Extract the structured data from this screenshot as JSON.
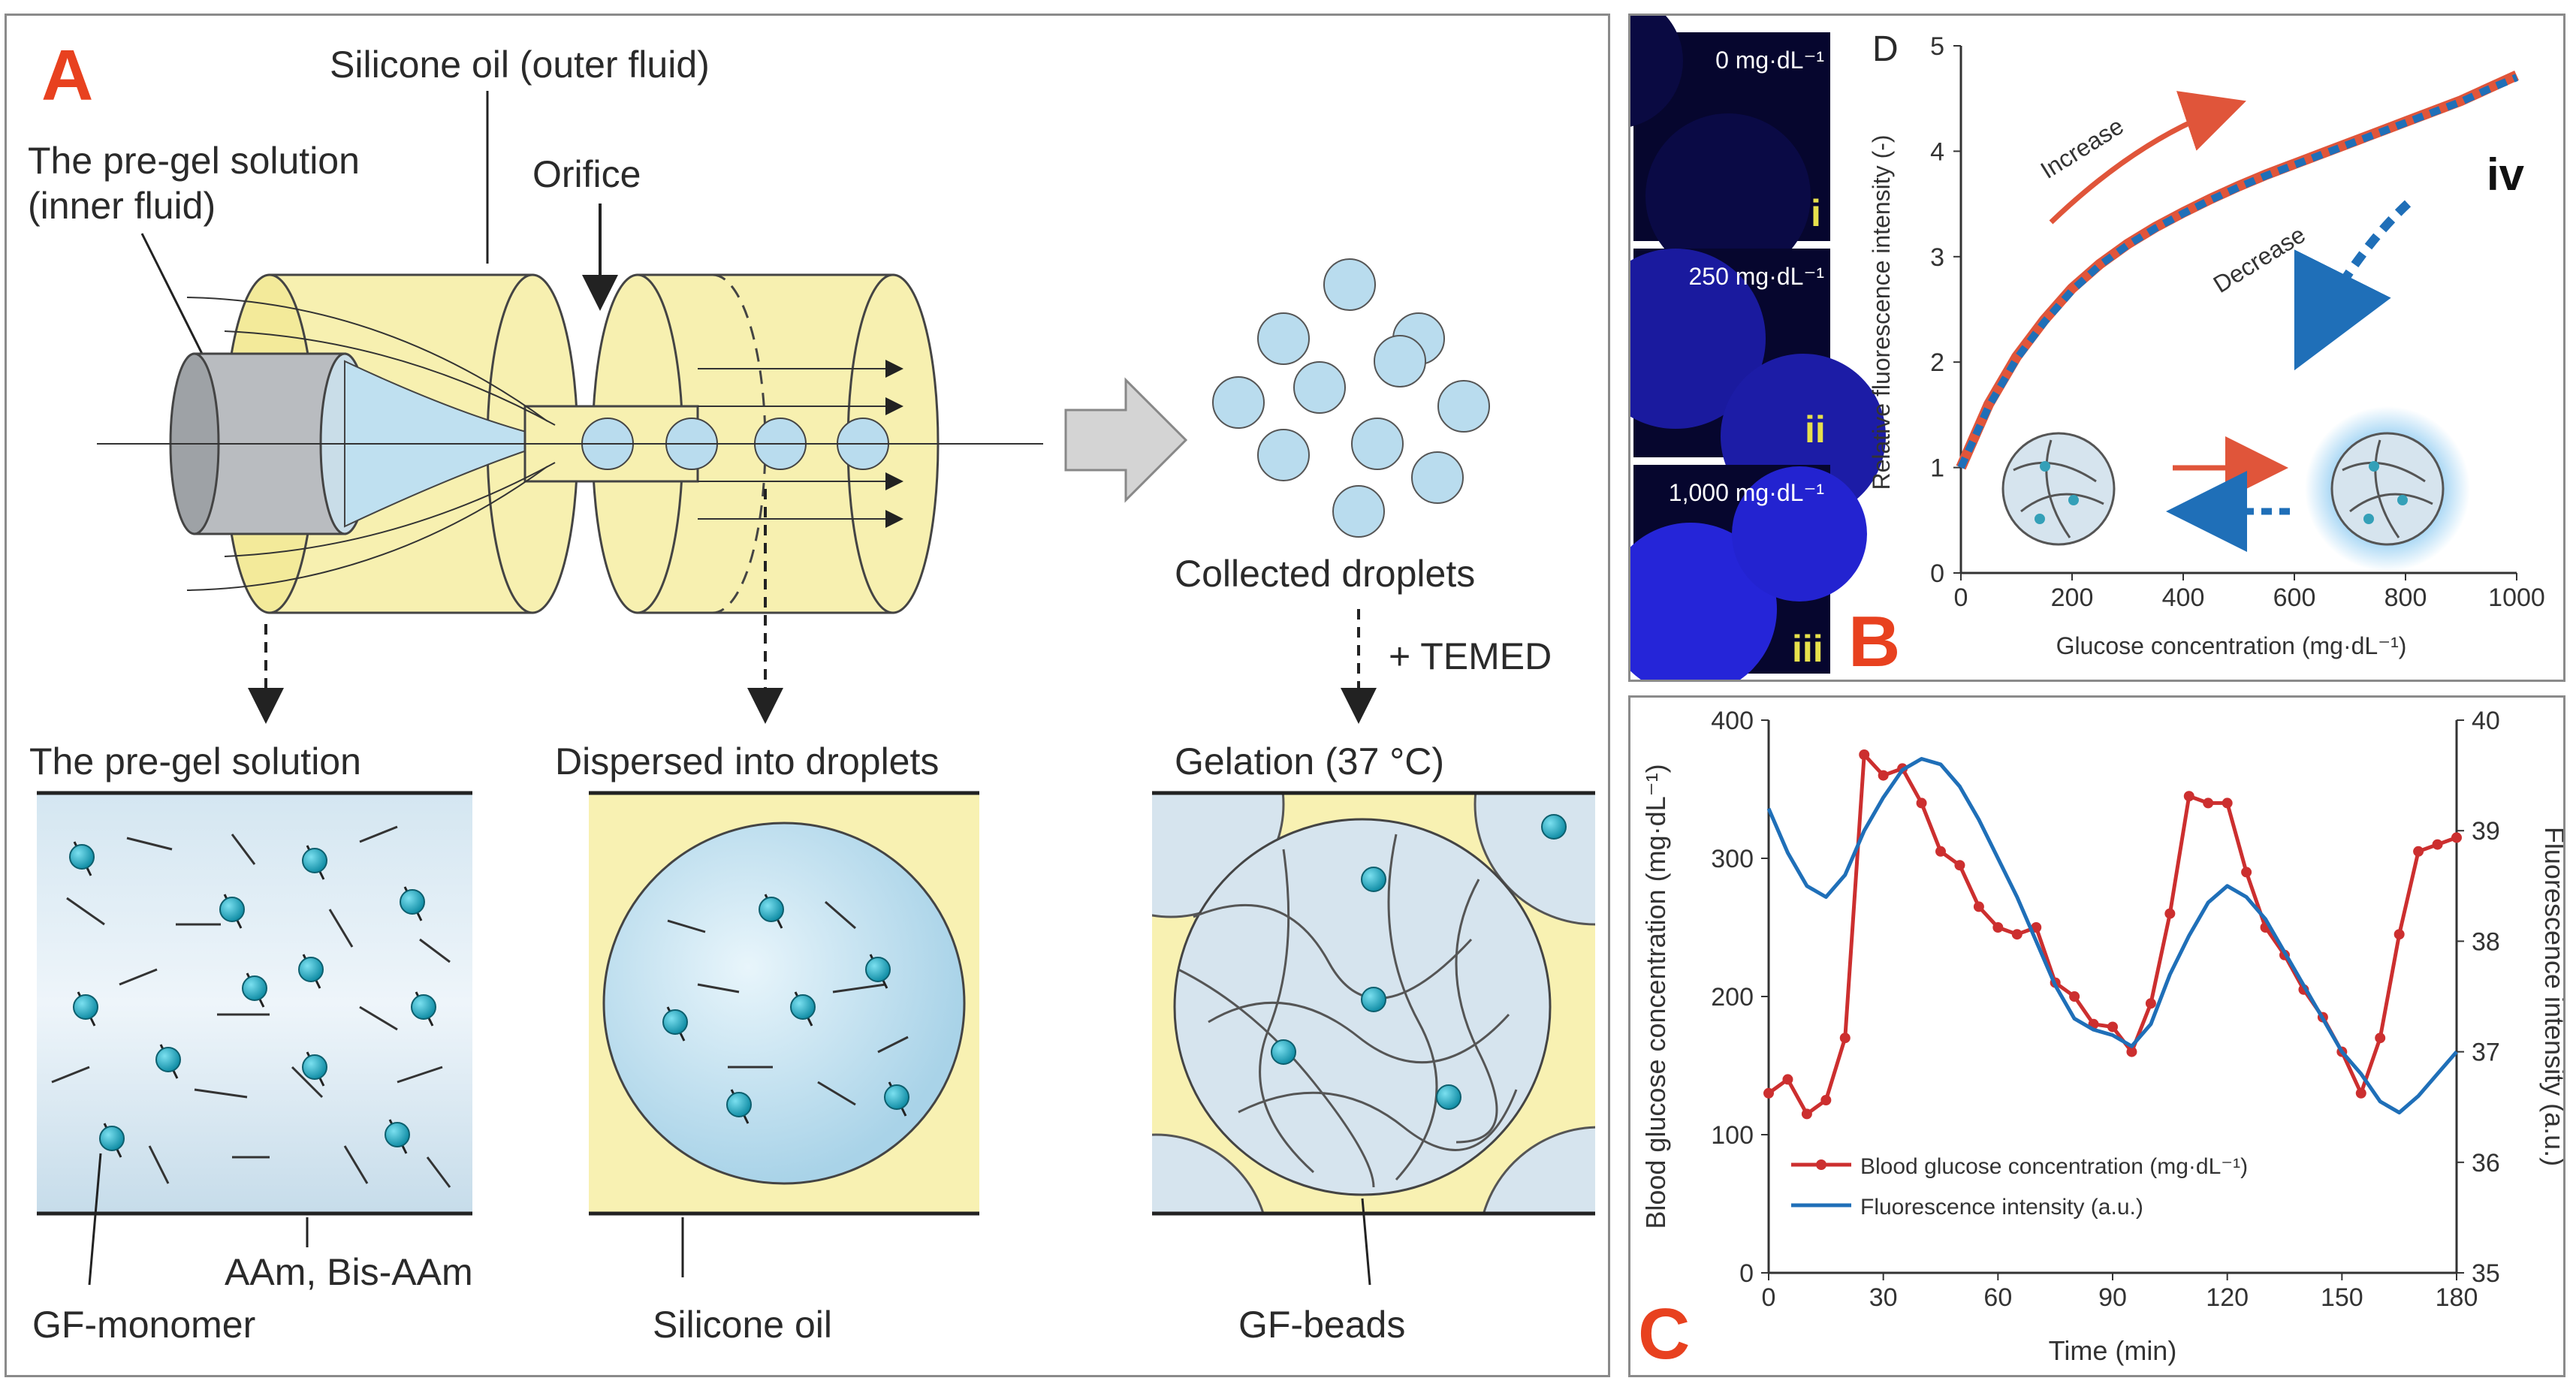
{
  "panels": {
    "A": {
      "letter": "A",
      "labels": {
        "silicone_oil_outer": "Silicone oil (outer fluid)",
        "pregel_inner_line1": "The pre-gel solution",
        "pregel_inner_line2": "(inner fluid)",
        "orifice": "Orifice",
        "collected_droplets": "Collected droplets",
        "temed": "+ TEMED"
      },
      "boxes": [
        {
          "title": "The pre-gel solution",
          "captions": [
            "GF-monomer",
            "AAm, Bis-AAm"
          ]
        },
        {
          "title": "Dispersed into droplets",
          "captions": [
            "Silicone oil"
          ]
        },
        {
          "title": "Gelation (37 °C)",
          "captions": [
            "GF-beads"
          ]
        }
      ]
    },
    "B": {
      "letter": "B",
      "images": [
        {
          "concentration": "0 mg·dL⁻¹",
          "numeral": "i"
        },
        {
          "concentration": "250 mg·dL⁻¹",
          "numeral": "ii"
        },
        {
          "concentration": "1,000 mg·dL⁻¹",
          "numeral": "iii"
        }
      ]
    },
    "C": {
      "letter": "C"
    }
  },
  "colors": {
    "red_series": "#cc2f2f",
    "blue_series": "#1f6fb8",
    "bead_fill": "#b9dcee",
    "oil_fill": "#f8f1b2",
    "letter": "#e8411f",
    "fluor_bg": "#06062e"
  },
  "chart_data": [
    {
      "id": "D",
      "type": "line",
      "panel_label": "D",
      "numeral": "iv",
      "xlabel": "Glucose concentration (mg·dL⁻¹)",
      "ylabel": "Relative fluorescence intensity (-)",
      "xlim": [
        0,
        1000
      ],
      "ylim": [
        0,
        5
      ],
      "xticks": [
        0,
        200,
        400,
        600,
        800,
        1000
      ],
      "yticks": [
        0,
        1,
        2,
        3,
        4,
        5
      ],
      "annotations": [
        "Increase",
        "Decrease"
      ],
      "series": [
        {
          "color": "#e0553a",
          "x": [
            0,
            50,
            100,
            150,
            200,
            250,
            300,
            350,
            400,
            450,
            500,
            550,
            600,
            650,
            700,
            750,
            800,
            850,
            900,
            950,
            1000
          ],
          "y": [
            1.0,
            1.6,
            2.05,
            2.4,
            2.7,
            2.93,
            3.12,
            3.28,
            3.42,
            3.55,
            3.67,
            3.78,
            3.88,
            3.98,
            4.08,
            4.18,
            4.28,
            4.38,
            4.48,
            4.6,
            4.72
          ]
        },
        {
          "color": "#1f6fb8",
          "x": [
            0,
            50,
            100,
            150,
            200,
            250,
            300,
            350,
            400,
            450,
            500,
            550,
            600,
            650,
            700,
            750,
            800,
            850,
            900,
            950,
            1000
          ],
          "y": [
            1.0,
            1.58,
            2.03,
            2.38,
            2.68,
            2.92,
            3.11,
            3.27,
            3.41,
            3.54,
            3.66,
            3.77,
            3.87,
            3.97,
            4.07,
            4.17,
            4.27,
            4.37,
            4.47,
            4.59,
            4.7
          ]
        }
      ]
    },
    {
      "id": "C",
      "type": "line",
      "xlabel": "Time (min)",
      "ylabel": "Blood glucose concentration (mg·dL⁻¹)",
      "y2label": "Fluorescence intensity (a.u.)",
      "xlim": [
        0,
        180
      ],
      "ylim": [
        0,
        400
      ],
      "y2lim": [
        35,
        40
      ],
      "xticks": [
        0,
        30,
        60,
        90,
        120,
        150,
        180
      ],
      "yticks": [
        0,
        100,
        200,
        300,
        400
      ],
      "y2ticks": [
        35,
        36,
        37,
        38,
        39,
        40
      ],
      "legend_position": "bottom-left",
      "series": [
        {
          "name": "Blood glucose concentration (mg·dL⁻¹)",
          "axis": "left",
          "color": "#cc2f2f",
          "markers": true,
          "x": [
            0,
            5,
            10,
            15,
            20,
            25,
            30,
            35,
            40,
            45,
            50,
            55,
            60,
            65,
            70,
            75,
            80,
            85,
            90,
            95,
            100,
            105,
            110,
            115,
            120,
            125,
            130,
            135,
            140,
            145,
            150,
            155,
            160,
            165,
            170,
            175,
            180
          ],
          "y": [
            130,
            140,
            115,
            125,
            170,
            375,
            360,
            365,
            340,
            305,
            295,
            265,
            250,
            245,
            250,
            210,
            200,
            180,
            178,
            160,
            195,
            260,
            345,
            340,
            340,
            290,
            250,
            230,
            205,
            185,
            160,
            130,
            170,
            245,
            305,
            310,
            315
          ]
        },
        {
          "name": "Fluorescence intensity (a.u.)",
          "axis": "right",
          "color": "#1f6fb8",
          "markers": false,
          "x": [
            0,
            5,
            10,
            15,
            20,
            25,
            30,
            35,
            40,
            45,
            50,
            55,
            60,
            65,
            70,
            75,
            80,
            85,
            90,
            95,
            100,
            105,
            110,
            115,
            120,
            125,
            130,
            135,
            140,
            145,
            150,
            155,
            160,
            165,
            170,
            175,
            180
          ],
          "y": [
            39.2,
            38.8,
            38.5,
            38.4,
            38.6,
            39.0,
            39.3,
            39.55,
            39.65,
            39.6,
            39.4,
            39.1,
            38.75,
            38.4,
            38.0,
            37.6,
            37.3,
            37.2,
            37.15,
            37.05,
            37.25,
            37.7,
            38.05,
            38.35,
            38.5,
            38.4,
            38.2,
            37.9,
            37.6,
            37.3,
            37.0,
            36.8,
            36.55,
            36.45,
            36.6,
            36.8,
            37.0
          ]
        }
      ]
    }
  ]
}
